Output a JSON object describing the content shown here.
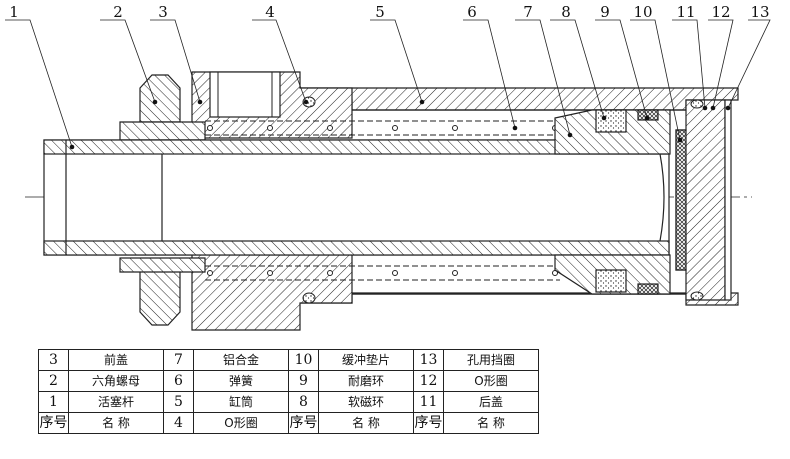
{
  "callouts": [
    "1",
    "2",
    "3",
    "4",
    "5",
    "6",
    "7",
    "8",
    "9",
    "10",
    "11",
    "12",
    "13"
  ],
  "table": {
    "rows": [
      [
        {
          "no": "3",
          "name": "前盖"
        },
        {
          "no": "7",
          "name": "铝合金"
        },
        {
          "no": "10",
          "name": "缓冲垫片"
        },
        {
          "no": "13",
          "name": "孔用挡圈"
        }
      ],
      [
        {
          "no": "2",
          "name": "六角螺母"
        },
        {
          "no": "6",
          "name": "弹簧"
        },
        {
          "no": "9",
          "name": "耐磨环"
        },
        {
          "no": "12",
          "name": "O形圈"
        }
      ],
      [
        {
          "no": "1",
          "name": "活塞杆"
        },
        {
          "no": "5",
          "name": "缸筒"
        },
        {
          "no": "8",
          "name": "软磁环"
        },
        {
          "no": "11",
          "name": "后盖"
        }
      ],
      [
        {
          "no": "序号",
          "name": "名  称"
        },
        {
          "no": "4",
          "name": "O形圈"
        },
        {
          "no": "序号",
          "name": "名  称"
        },
        {
          "no": "序号",
          "name": "名  称"
        }
      ]
    ]
  }
}
